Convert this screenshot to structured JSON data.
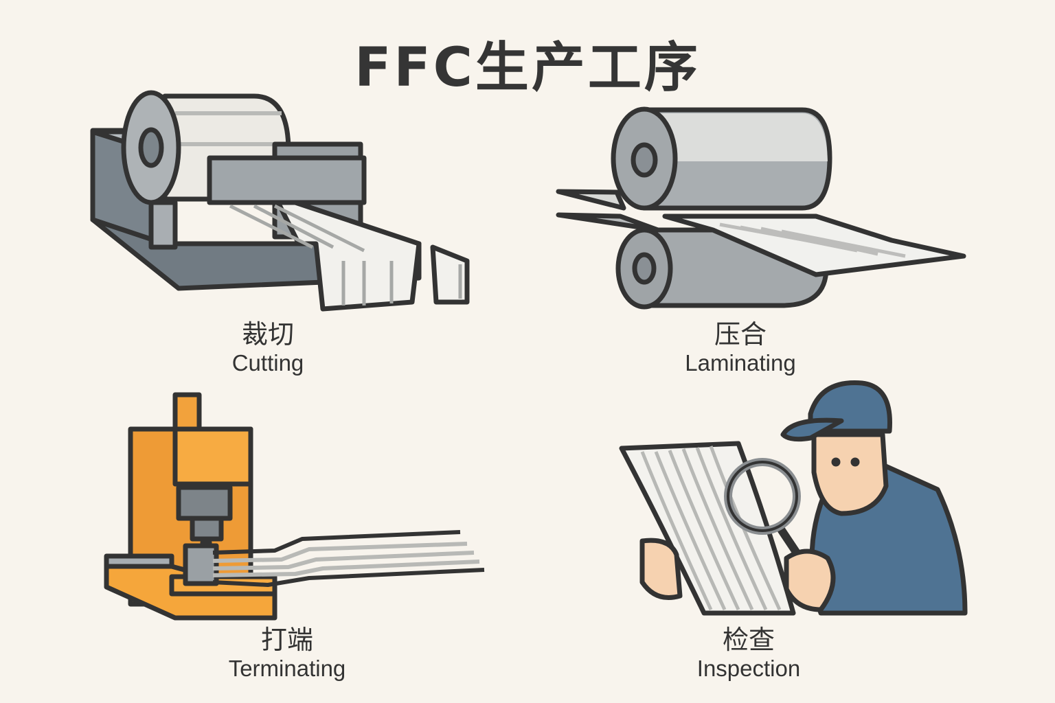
{
  "title": "FFC生产工序",
  "colors": {
    "background": "#f8f4ed",
    "outline": "#333333",
    "metal": "#8a9096",
    "metal_light": "#c4c8cb",
    "orange": "#f5a63b",
    "shirt_blue": "#4f7393",
    "skin": "#f6d2b0"
  },
  "steps": [
    {
      "zh": "裁切",
      "en": "Cutting",
      "icon": "slitting-machine-icon"
    },
    {
      "zh": "压合",
      "en": "Laminating",
      "icon": "laminating-rollers-icon"
    },
    {
      "zh": "打端",
      "en": "Terminating",
      "icon": "terminating-press-icon"
    },
    {
      "zh": "检查",
      "en": "Inspection",
      "icon": "inspector-magnifier-icon"
    }
  ]
}
